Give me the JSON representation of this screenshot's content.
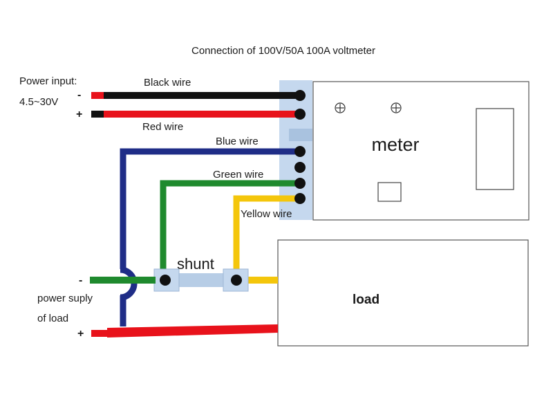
{
  "title": "Connection of 100V/50A 100A voltmeter",
  "power_input": {
    "label": "Power input:",
    "range": "4.5~30V",
    "minus": "-",
    "plus": "+"
  },
  "wires": {
    "black": {
      "label": "Black wire",
      "color": "#111111"
    },
    "red": {
      "label": "Red wire",
      "color": "#e8121b"
    },
    "blue": {
      "label": "Blue wire",
      "color": "#1f2d87"
    },
    "green": {
      "label": "Green wire",
      "color": "#1f8a2e"
    },
    "yellow": {
      "label": "Yellow wire",
      "color": "#f4c60b"
    }
  },
  "meter": {
    "label": "meter"
  },
  "shunt": {
    "label": "shunt",
    "color": "#b7cde6"
  },
  "load": {
    "label": "load"
  },
  "load_supply": {
    "line1": "power suply",
    "line2": "of load",
    "minus": "-",
    "plus": "+"
  },
  "connector_color": "#c5d8ee"
}
